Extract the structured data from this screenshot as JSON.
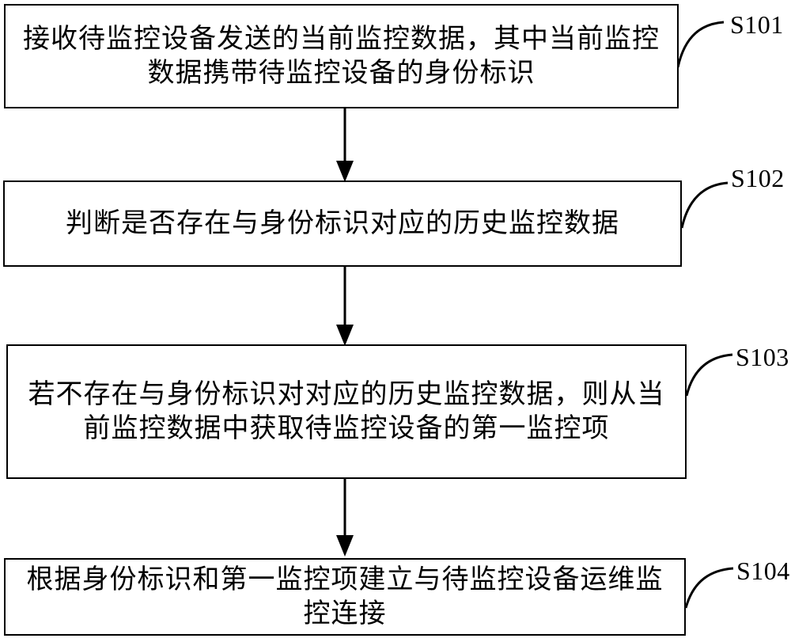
{
  "figure": {
    "type": "flowchart",
    "colors": {
      "line": "#000000",
      "text": "#000000",
      "background": "#ffffff"
    },
    "steps": [
      {
        "id": "S101",
        "lines": [
          "接收待监控设备发送的当前监控数据，其中当前监控",
          "数据携带待监控设备的身份标识"
        ]
      },
      {
        "id": "S102",
        "lines": [
          "判断是否存在与身份标识对应的历史监控数据"
        ]
      },
      {
        "id": "S103",
        "lines": [
          "若不存在与身份标识对对应的历史监控数据，则从当",
          "前监控数据中获取待监控设备的第一监控项"
        ]
      },
      {
        "id": "S104",
        "lines": [
          "根据身份标识和第一监控项建立与待监控设备运维监",
          "控连接"
        ]
      }
    ]
  }
}
